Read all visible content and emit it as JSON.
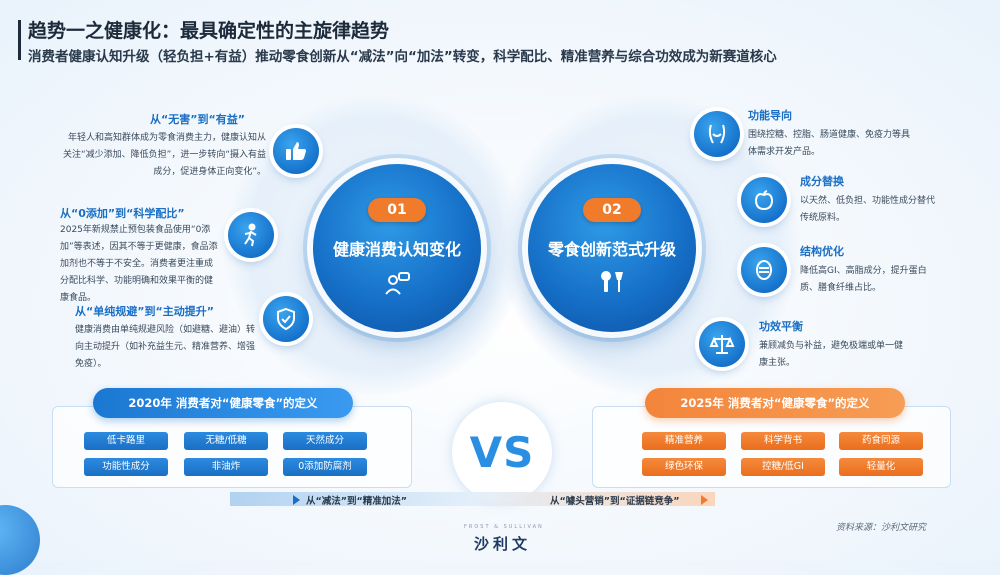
{
  "header": {
    "title": "趋势一之健康化：最具确定性的主旋律趋势",
    "subtitle": "消费者健康认知升级（轻负担+有益）推动零食创新从“减法”向“加法”转变，科学配比、精准营养与综合功效成为新赛道核心"
  },
  "left_circle": {
    "number": "01",
    "label": "健康消费认知变化"
  },
  "right_circle": {
    "number": "02",
    "label": "零食创新范式升级"
  },
  "left_items": [
    {
      "title": "从“无害”到“有益”",
      "text": "年轻人和高知群体成为零食消费主力，健康认知从关注“减少添加、降低负担”，进一步转向“摄入有益成分，促进身体正向变化”。",
      "icon": "thumbs-up-icon"
    },
    {
      "title": "从“0添加”到“科学配比”",
      "text": "2025年新规禁止预包装食品使用“0添加”等表述，因其不等于更健康，食品添加剂也不等于不安全。消费者更注重成分配比科学、功能明确和效果平衡的健康食品。",
      "icon": "running-person-icon"
    },
    {
      "title": "从“单纯规避”到“主动提升”",
      "text": "健康消费由单纯规避风险（如避糖、避油）转向主动提升（如补充益生元、精准营养、增强免疫）。",
      "icon": "shield-check-icon"
    }
  ],
  "right_items": [
    {
      "title": "功能导向",
      "text": "围绕控糖、控脂、肠道健康、免疫力等具体需求开发产品。",
      "icon": "body-icon"
    },
    {
      "title": "成分替换",
      "text": "以天然、低负担、功能性成分替代传统原料。",
      "icon": "apple-icon"
    },
    {
      "title": "结构优化",
      "text": "降低高GI、高脂成分，提升蛋白质、膳食纤维占比。",
      "icon": "nutrition-icon"
    },
    {
      "title": "功效平衡",
      "text": "兼顾减负与补益，避免极端或单一健康主张。",
      "icon": "balance-scale-icon"
    }
  ],
  "definitions": {
    "left_header": "2020年 消费者对“健康零食”的定义",
    "right_header": "2025年 消费者对“健康零食”的定义",
    "left_tags": [
      "低卡路里",
      "无糖/低糖",
      "天然成分",
      "功能性成分",
      "非油炸",
      "0添加防腐剂"
    ],
    "right_tags": [
      "精准营养",
      "科学背书",
      "药食同源",
      "绿色环保",
      "控糖/低GI",
      "轻量化"
    ],
    "vs": "VS"
  },
  "arrow": {
    "left_label": "从“减法”到“精准加法”",
    "right_label": "从“噱头营销”到“证据链竞争”"
  },
  "footer": {
    "source": "资料来源：沙利文研究",
    "logo": "沙利文",
    "logo_sub": "FROST & SULLIVAN"
  },
  "colors": {
    "primary_blue": "#1670c8",
    "accent_orange": "#f07b2a"
  }
}
